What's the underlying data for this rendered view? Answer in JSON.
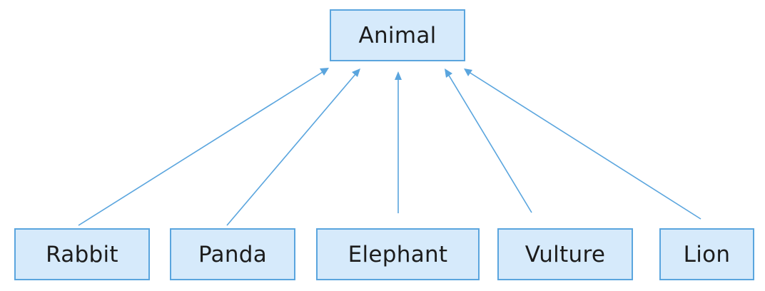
{
  "diagram": {
    "type": "inheritance-tree",
    "root": {
      "label": "Animal"
    },
    "children": [
      {
        "label": "Rabbit"
      },
      {
        "label": "Panda"
      },
      {
        "label": "Elephant"
      },
      {
        "label": "Vulture"
      },
      {
        "label": "Lion"
      }
    ],
    "edges": [
      {
        "from": "Rabbit",
        "to": "Animal"
      },
      {
        "from": "Panda",
        "to": "Animal"
      },
      {
        "from": "Elephant",
        "to": "Animal"
      },
      {
        "from": "Vulture",
        "to": "Animal"
      },
      {
        "from": "Lion",
        "to": "Animal"
      }
    ],
    "colors": {
      "box_fill": "#d6eafb",
      "box_border": "#5aa5de",
      "arrow": "#5aa5de",
      "text": "#1c1c1c"
    }
  }
}
